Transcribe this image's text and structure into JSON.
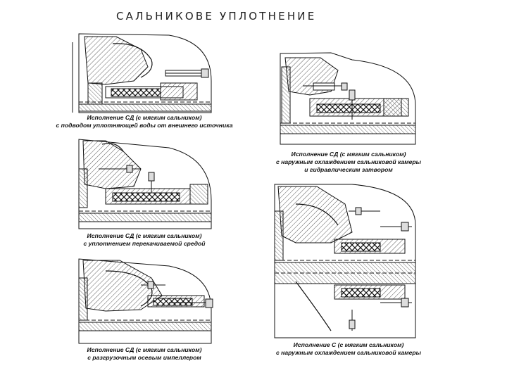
{
  "title": "САЛЬНИКОВЕ УПЛОТНЕНИЕ",
  "panels": [
    {
      "caption": [
        "Исполнение СД (с мягким сальником)",
        "с подводом уплотняющей воды от внешнего источника"
      ]
    },
    {
      "caption": [
        "Исполнение СД (с мягким сальником)",
        "с наружным охлаждением сальниковой камеры",
        "и гидравлическим затвором"
      ]
    },
    {
      "caption": [
        "Исполнение СД (с мягким сальником)",
        "с уплотнением перекачиваемой средой"
      ]
    },
    {
      "caption": [
        "Исполнение СД (с мягким сальником)",
        "с разгрузочным осевым импеллером"
      ]
    },
    {
      "caption": [
        "Исполнение С (с мягким сальником)",
        "с наружным охлаждением сальниковой камеры"
      ]
    }
  ]
}
